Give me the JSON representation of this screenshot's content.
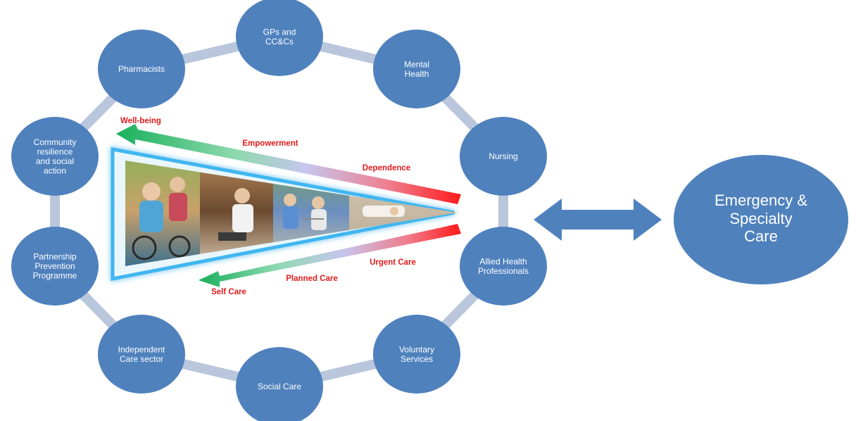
{
  "colors": {
    "node_fill": "#4f81bd",
    "ring": "#b9c6dc",
    "arrow": "#4f81bd",
    "label_red": "#e01b1b",
    "gradient_green": "#18b05a",
    "gradient_red": "#ff1a1a",
    "funnel_outline": "#3fb6f0"
  },
  "ring_nodes": [
    {
      "id": "gps",
      "lines": [
        "GPs and",
        "CC&Cs"
      ]
    },
    {
      "id": "mental-health",
      "lines": [
        "Mental",
        "Health"
      ]
    },
    {
      "id": "nursing",
      "lines": [
        "Nursing"
      ]
    },
    {
      "id": "allied-health",
      "lines": [
        "Allied Health",
        "Professionals"
      ]
    },
    {
      "id": "voluntary",
      "lines": [
        "Voluntary",
        "Services"
      ]
    },
    {
      "id": "social-care",
      "lines": [
        "Social Care"
      ]
    },
    {
      "id": "independent-care",
      "lines": [
        "Independent",
        "Care sector"
      ]
    },
    {
      "id": "partnership",
      "lines": [
        "Partnership",
        "Prevention",
        "Programme"
      ]
    },
    {
      "id": "community",
      "lines": [
        "Community",
        "resilience",
        "and social",
        "action"
      ]
    },
    {
      "id": "pharmacists",
      "lines": [
        "Pharmacists"
      ]
    }
  ],
  "big_node": {
    "lines": [
      "Emergency &",
      "Specialty",
      "Care"
    ]
  },
  "labels": {
    "well_being": "Well-being",
    "empowerment": "Empowerment",
    "dependence": "Dependence",
    "urgent_care": "Urgent Care",
    "planned_care": "Planned Care",
    "self_care": "Self Care"
  },
  "photos": [
    {
      "name": "elderly-woman-cycling-photo"
    },
    {
      "name": "elderly-man-blood-pressure-photo"
    },
    {
      "name": "walking-frame-assistance-photo"
    },
    {
      "name": "bedside-care-photo"
    }
  ]
}
